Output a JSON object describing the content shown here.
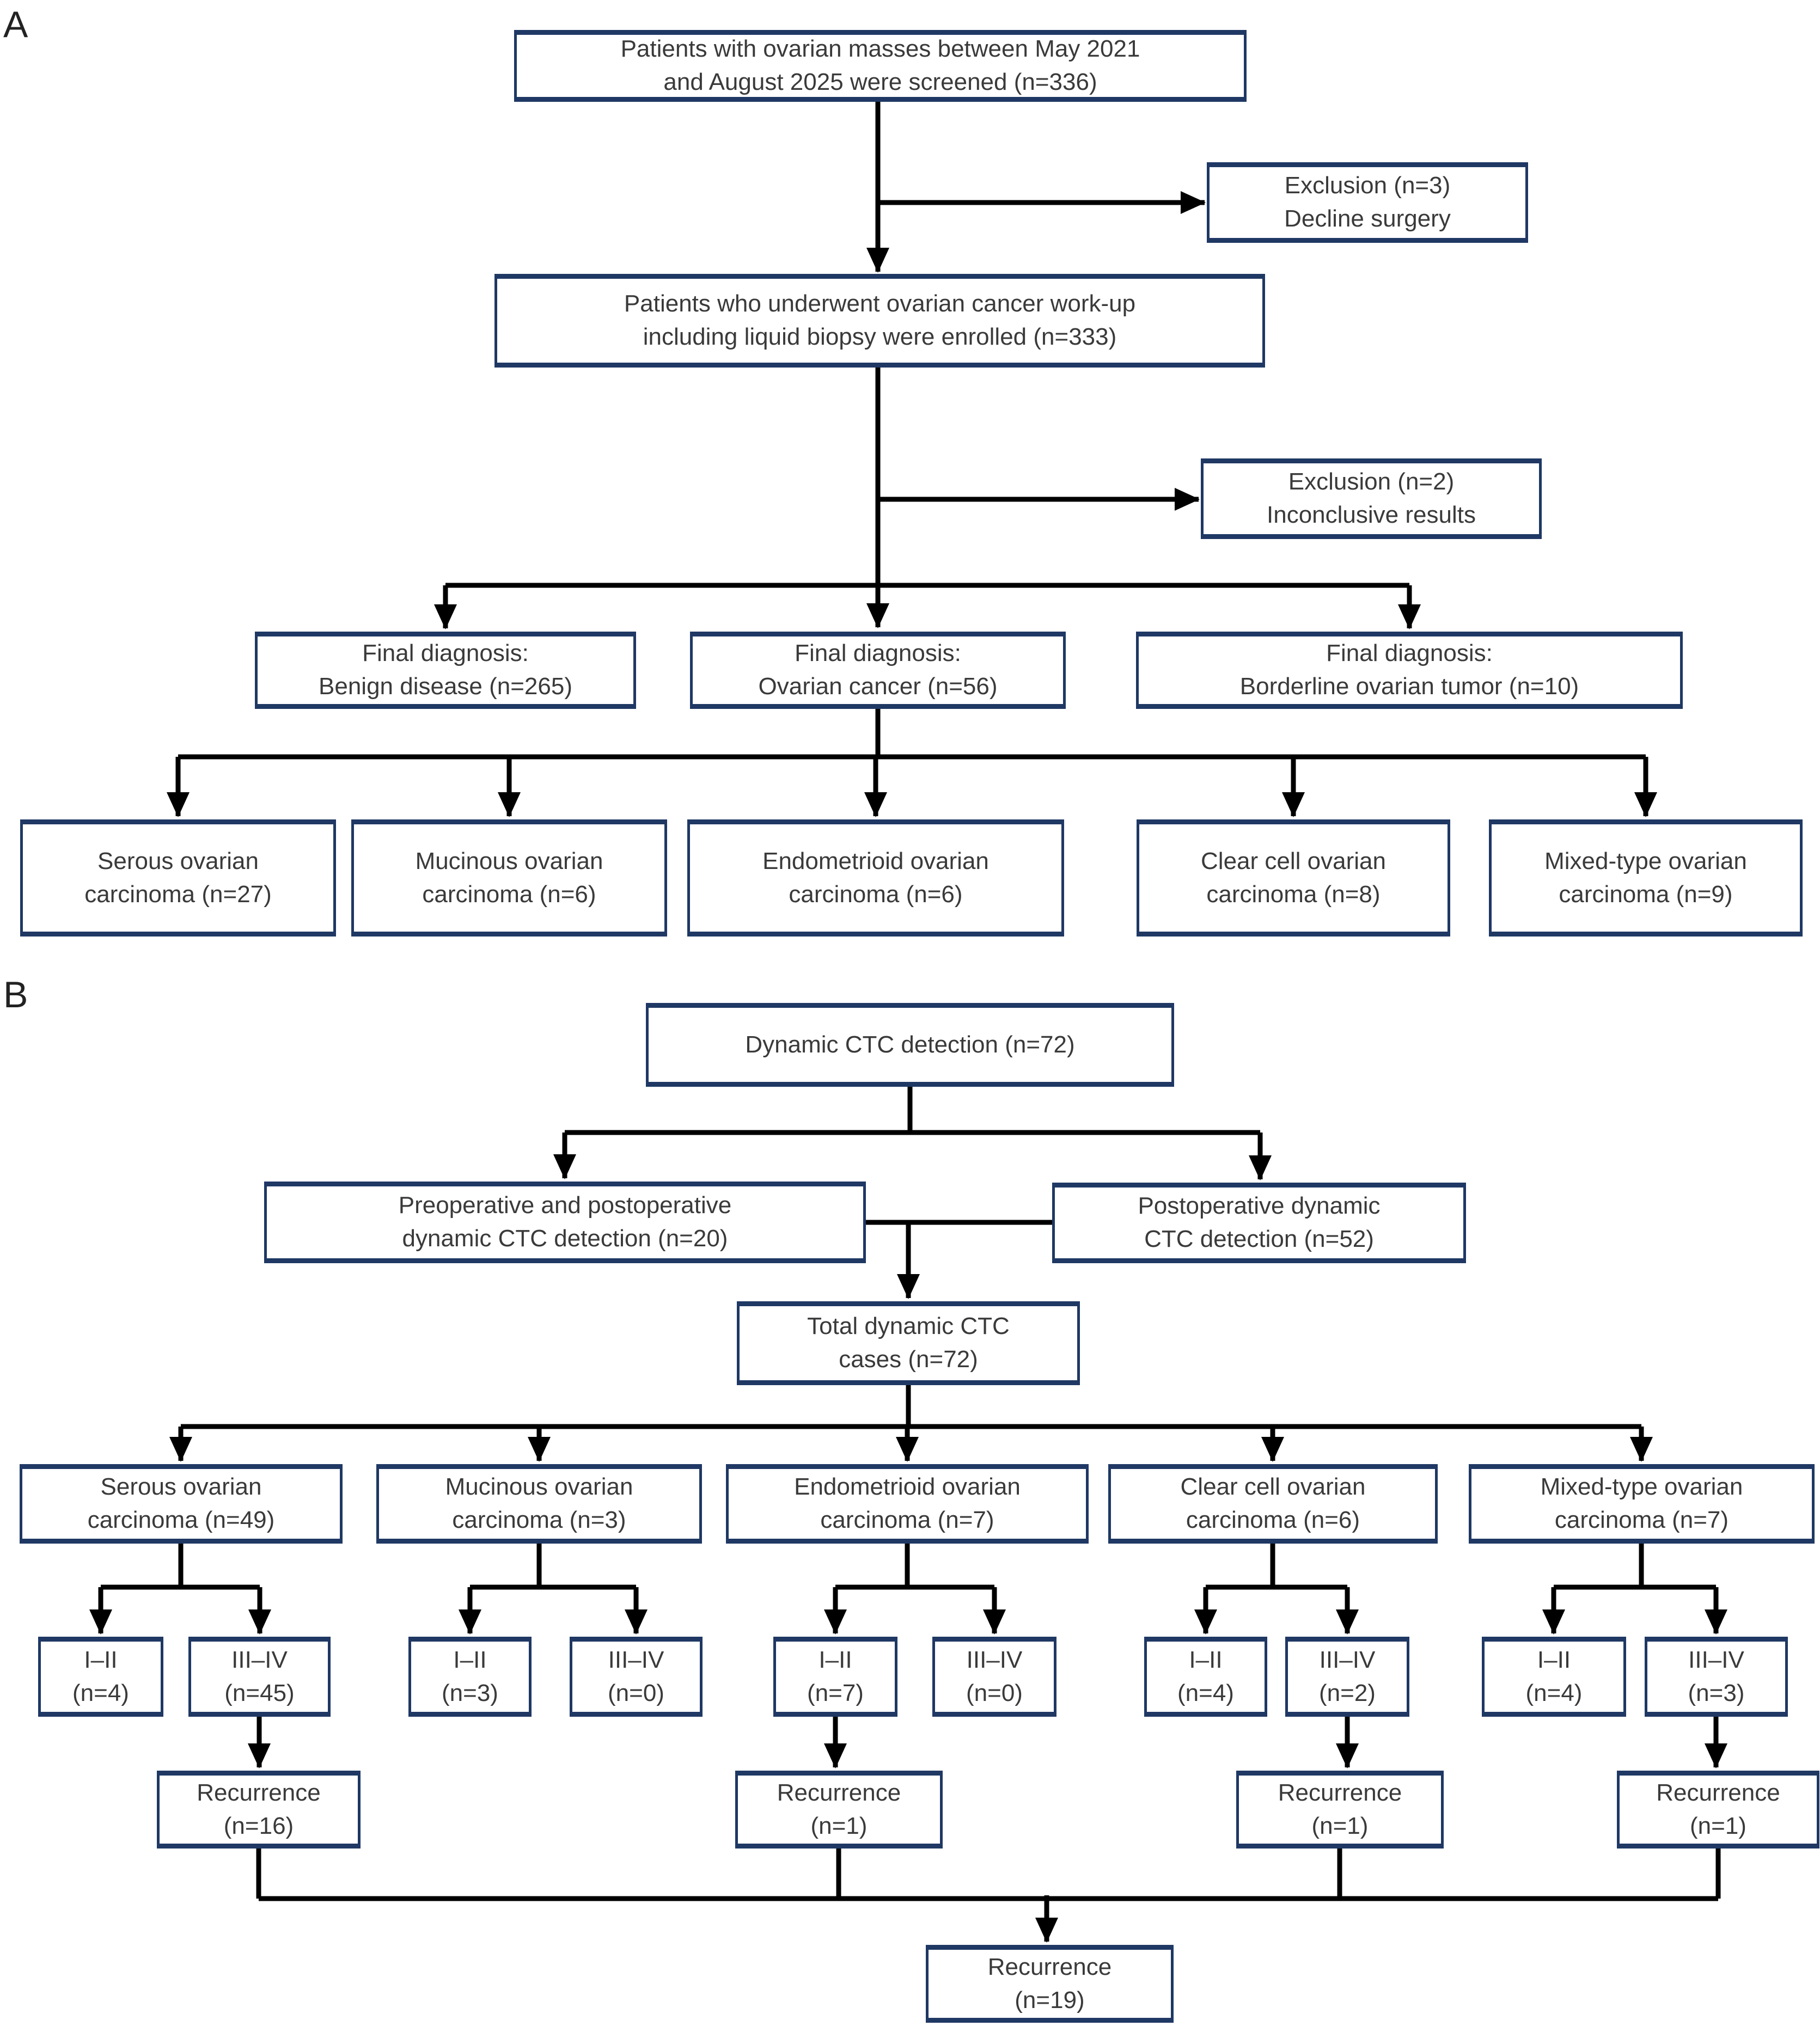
{
  "colors": {
    "box_border": "#1f3864",
    "box_fill": "#ffffff",
    "line": "#000000",
    "text": "#3a3a3a"
  },
  "panel_a": {
    "label": "A",
    "boxes": {
      "screened": "Patients with ovarian masses between May 2021\nand August 2025 were screened (n=336)",
      "exclusion_decline": "Exclusion (n=3)\nDecline surgery",
      "enrolled": "Patients who underwent ovarian cancer work-up\nincluding liquid biopsy were enrolled (n=333)",
      "exclusion_inconclusive": "Exclusion (n=2)\nInconclusive results",
      "diagnosis_benign": "Final diagnosis:\nBenign disease (n=265)",
      "diagnosis_ovarian_cancer": "Final diagnosis:\nOvarian cancer (n=56)",
      "diagnosis_borderline": "Final diagnosis:\nBorderline ovarian tumor (n=10)",
      "serous": "Serous ovarian\ncarcinoma (n=27)",
      "mucinous": "Mucinous ovarian\ncarcinoma (n=6)",
      "endometrioid": "Endometrioid ovarian\ncarcinoma (n=6)",
      "clear_cell": "Clear cell ovarian\ncarcinoma (n=8)",
      "mixed_type": "Mixed-type ovarian\ncarcinoma (n=9)"
    }
  },
  "panel_b": {
    "label": "B",
    "boxes": {
      "dynamic_ctc": "Dynamic CTC detection (n=72)",
      "pre_post": "Preoperative and postoperative\ndynamic CTC detection (n=20)",
      "postop": "Postoperative dynamic\nCTC detection (n=52)",
      "total": "Total dynamic CTC\ncases (n=72)",
      "serous": "Serous ovarian\ncarcinoma (n=49)",
      "mucinous": "Mucinous ovarian\ncarcinoma (n=3)",
      "endometrioid": "Endometrioid ovarian\ncarcinoma (n=7)",
      "clear_cell": "Clear cell ovarian\ncarcinoma (n=6)",
      "mixed_type": "Mixed-type ovarian\ncarcinoma (n=7)",
      "serous_stage_early": "I–II\n(n=4)",
      "serous_stage_late": "III–IV\n(n=45)",
      "mucinous_stage_early": "I–II\n(n=3)",
      "mucinous_stage_late": "III–IV\n(n=0)",
      "endometrioid_stage_early": "I–II\n(n=7)",
      "endometrioid_stage_late": "III–IV\n(n=0)",
      "clear_cell_stage_early": "I–II\n(n=4)",
      "clear_cell_stage_late": "III–IV\n(n=2)",
      "mixed_type_stage_early": "I–II\n(n=4)",
      "mixed_type_stage_late": "III–IV\n(n=3)",
      "recurrence_serous": "Recurrence\n(n=16)",
      "recurrence_endometrioid": "Recurrence\n(n=1)",
      "recurrence_clear_cell": "Recurrence\n(n=1)",
      "recurrence_mixed_type": "Recurrence\n(n=1)",
      "recurrence_total": "Recurrence\n(n=19)"
    }
  }
}
